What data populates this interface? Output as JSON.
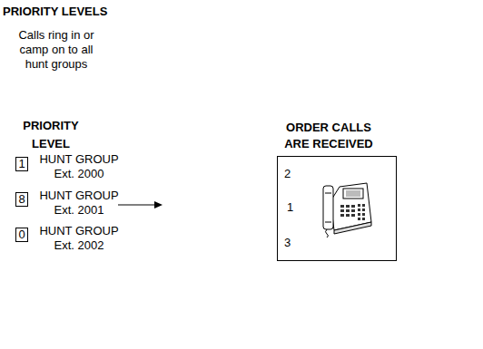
{
  "diagram": {
    "title": "PRIORITY LEVELS",
    "nodes": [
      {
        "text": [
          "1"
        ]
      },
      {
        "text": [
          "8"
        ]
      },
      {
        "text": [
          "0"
        ]
      },
      {
        "text": [
          "ORDER CALLS ARE RECEIVED",
          "2",
          "1",
          "3"
        ]
      }
    ],
    "labels": [
      "Calls ring in or camp on to all hunt groups",
      "PRIORITY LEVEL",
      "HUNT GROUP Ext. 2000",
      "HUNT GROUP Ext. 2001",
      "HUNT GROUP Ext. 2002"
    ]
  }
}
